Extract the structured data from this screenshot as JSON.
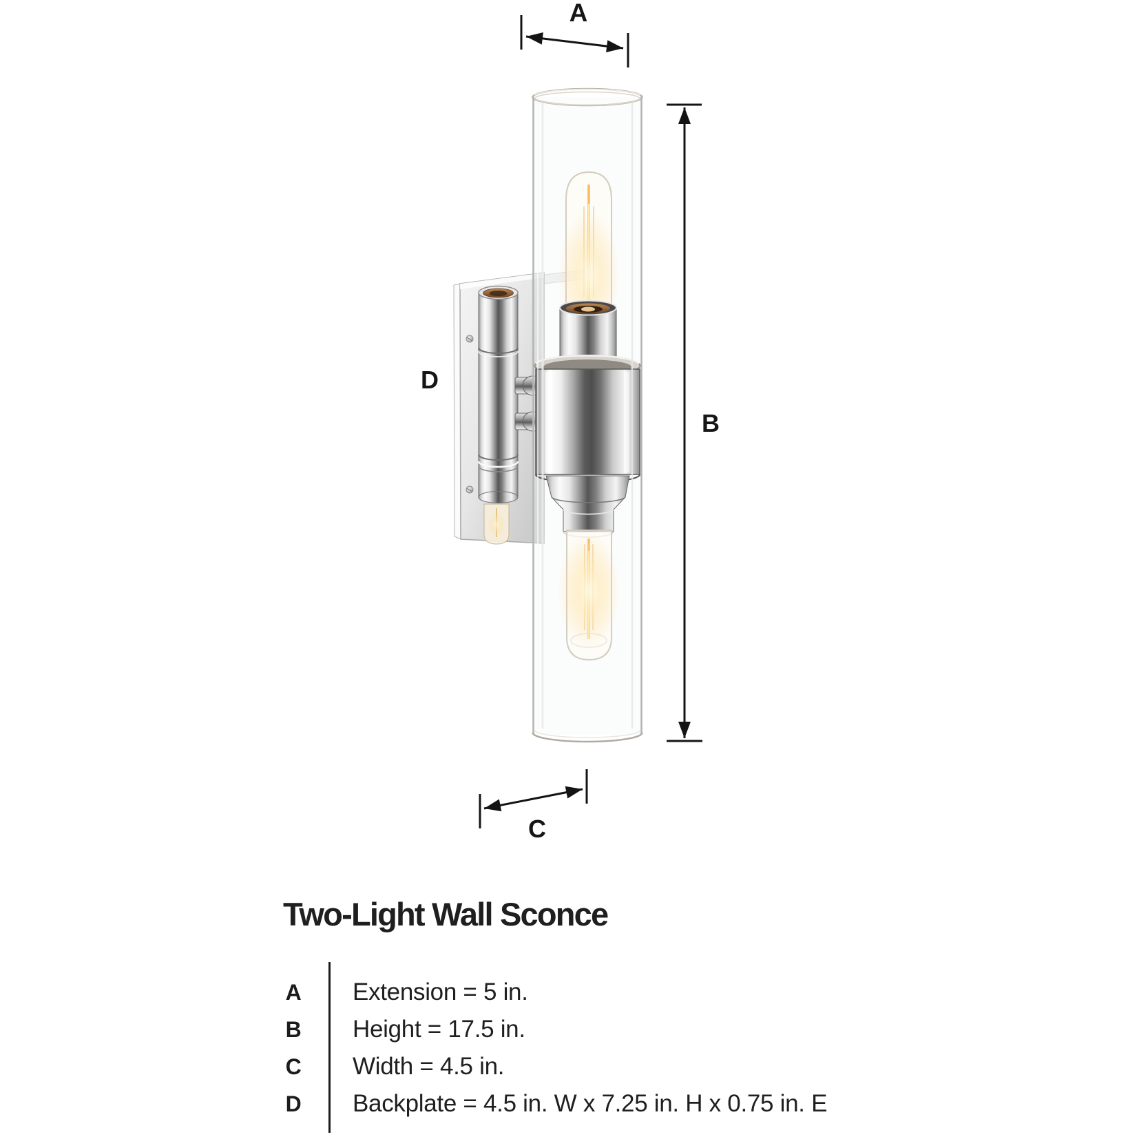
{
  "product": {
    "title": "Two-Light Wall Sconce"
  },
  "diagram": {
    "labels": {
      "extension": "A",
      "height": "B",
      "width": "C",
      "backplate": "D"
    }
  },
  "spec_rows": [
    {
      "letter": "A",
      "description": "Extension = 5 in."
    },
    {
      "letter": "B",
      "description": "Height = 17.5 in."
    },
    {
      "letter": "C",
      "description": "Width = 4.5 in."
    },
    {
      "letter": "D",
      "description": "Backplate = 4.5 in. W x 7.25 in. H x 0.75 in. E"
    }
  ],
  "colors": {
    "background": "#ffffff",
    "dimension_lines": "#141414",
    "text": "#1f1f1f",
    "chrome_highlight": "#f7f7f7",
    "chrome_shadow": "#4a4a4a",
    "bulb_glow": "#ffdf9e",
    "socket_copper": "#b4763f"
  }
}
